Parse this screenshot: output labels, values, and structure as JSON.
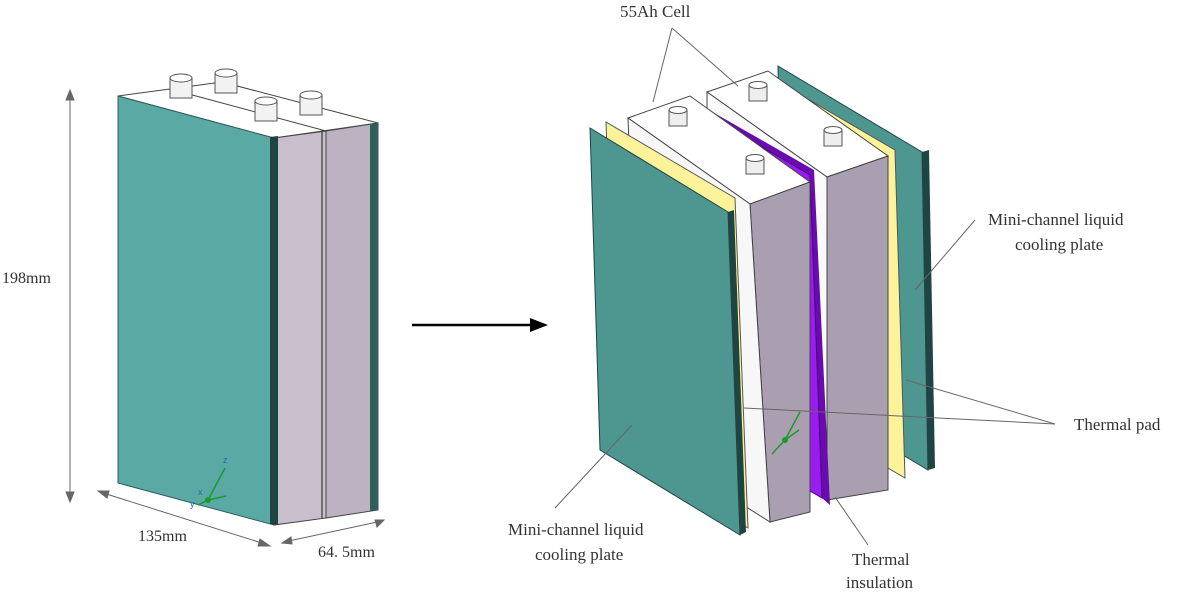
{
  "labels": {
    "height_dim": "198mm",
    "width_dim": "135mm",
    "depth_dim": "64. 5mm",
    "cell": "55Ah Cell",
    "cooling_right_1": "Mini-channel liquid",
    "cooling_right_2": "cooling plate",
    "thermal_pad": "Thermal pad",
    "cooling_left_1": "Mini-channel liquid",
    "cooling_left_2": "cooling plate",
    "insulation_1": "Thermal",
    "insulation_2": "insulation"
  },
  "axis_labels": {
    "z": "z",
    "y": "y",
    "x": "x"
  },
  "colors": {
    "cooling_plate": "#4e9690",
    "cooling_plate_left": "#5aa9a4",
    "cell_front": "#f7f7f7",
    "cell_side": "#b6aab8",
    "cell_top": "#ffffff",
    "thermal_pad": "#fbf29a",
    "thermal_insulation": "#9b1cf2",
    "arrow": "#000000",
    "text": "#333333"
  }
}
